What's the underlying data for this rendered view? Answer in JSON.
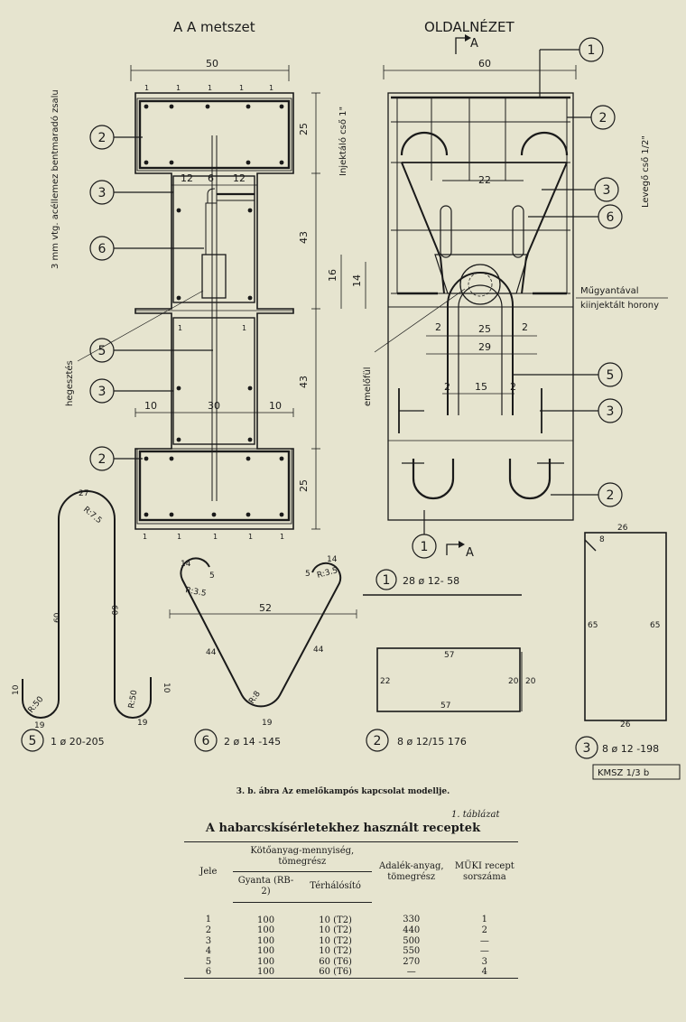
{
  "drawing": {
    "section_title": "A  A metszet",
    "side_title": "OLDALNÉZET",
    "arrow_label_top": "A",
    "arrow_label_bottom": "A",
    "left_dims": {
      "top_width": "50",
      "h1": "25",
      "h2": "43",
      "h3": "43",
      "h4": "25",
      "w12a": "12",
      "w6": "6",
      "w12b": "12",
      "w10a": "10",
      "w30": "30",
      "w10b": "10",
      "d16": "16",
      "d14": "14",
      "ones": "1"
    },
    "right_dims": {
      "top_width": "60",
      "d22": "22",
      "d25": "25",
      "d29": "29",
      "d15": "15",
      "d2": "2"
    },
    "vertical_labels": {
      "steel_formwork": "3 mm vtg. acéllemez bentmaradó zsalu",
      "injection_pipe": "Injektáló cső 1\"",
      "air_pipe": "Levegő cső 1/2\"",
      "welding": "hegesztés",
      "lifting_eye": "emelőfül"
    },
    "side_notes": {
      "line1": "Műgyantával",
      "line2": "kiinjektált horony"
    },
    "callouts": [
      "1",
      "2",
      "3",
      "5",
      "6"
    ],
    "bar5": {
      "num": "5",
      "spec": "1 ø 20-205",
      "dims": {
        "d10a": "10",
        "d10b": "10",
        "d19a": "19",
        "d19b": "19",
        "d60a": "60",
        "d60b": "60",
        "d27": "27",
        "r75": "R:7.5",
        "r50a": "R:50",
        "r50b": "R:50"
      }
    },
    "bar6": {
      "num": "6",
      "spec": "2 ø 14 -145",
      "dims": {
        "d52": "52",
        "d14a": "14",
        "d14b": "14",
        "d5a": "5",
        "d5b": "5",
        "d44a": "44",
        "d44b": "44",
        "d19": "19",
        "r35a": "R:3.5",
        "r35b": "R:3.5",
        "r8": "R:8"
      }
    },
    "bar1": {
      "num": "1",
      "spec": "28 ø 12- 58"
    },
    "bar2": {
      "num": "2",
      "spec": "8  ø 12/15  176",
      "dims": {
        "d57a": "57",
        "d57b": "57",
        "d22": "22",
        "d20a": "20",
        "d20b": "20"
      }
    },
    "bar3": {
      "num": "3",
      "spec": "8 ø 12 -198",
      "dims": {
        "d26a": "26",
        "d26b": "26",
        "d8": "8",
        "d65a": "65",
        "d65b": "65"
      }
    },
    "stamp": "KMSZ 1/3 b"
  },
  "caption": "3. b. ábra Az emelőkampós kapcsolat modellje.",
  "table": {
    "label": "1. táblázat",
    "title": "A habarcskísérletekhez használt receptek",
    "headers": {
      "jele": "Jele",
      "kotoanyag": "Kötőanyag-mennyiség, tömegrész",
      "gyanta": "Gyanta (RB-2)",
      "terhalosito": "Térhálósító",
      "adalek": "Adalék-anyag, tömegrész",
      "muki": "MÜKI recept sorszáma"
    },
    "rows": [
      [
        "1",
        "100",
        "10 (T2)",
        "330",
        "1"
      ],
      [
        "2",
        "100",
        "10 (T2)",
        "440",
        "2"
      ],
      [
        "3",
        "100",
        "10 (T2)",
        "500",
        "—"
      ],
      [
        "4",
        "100",
        "10 (T2)",
        "550",
        "—"
      ],
      [
        "5",
        "100",
        "60 (T6)",
        "270",
        "3"
      ],
      [
        "6",
        "100",
        "60 (T6)",
        "—",
        "4"
      ]
    ]
  }
}
